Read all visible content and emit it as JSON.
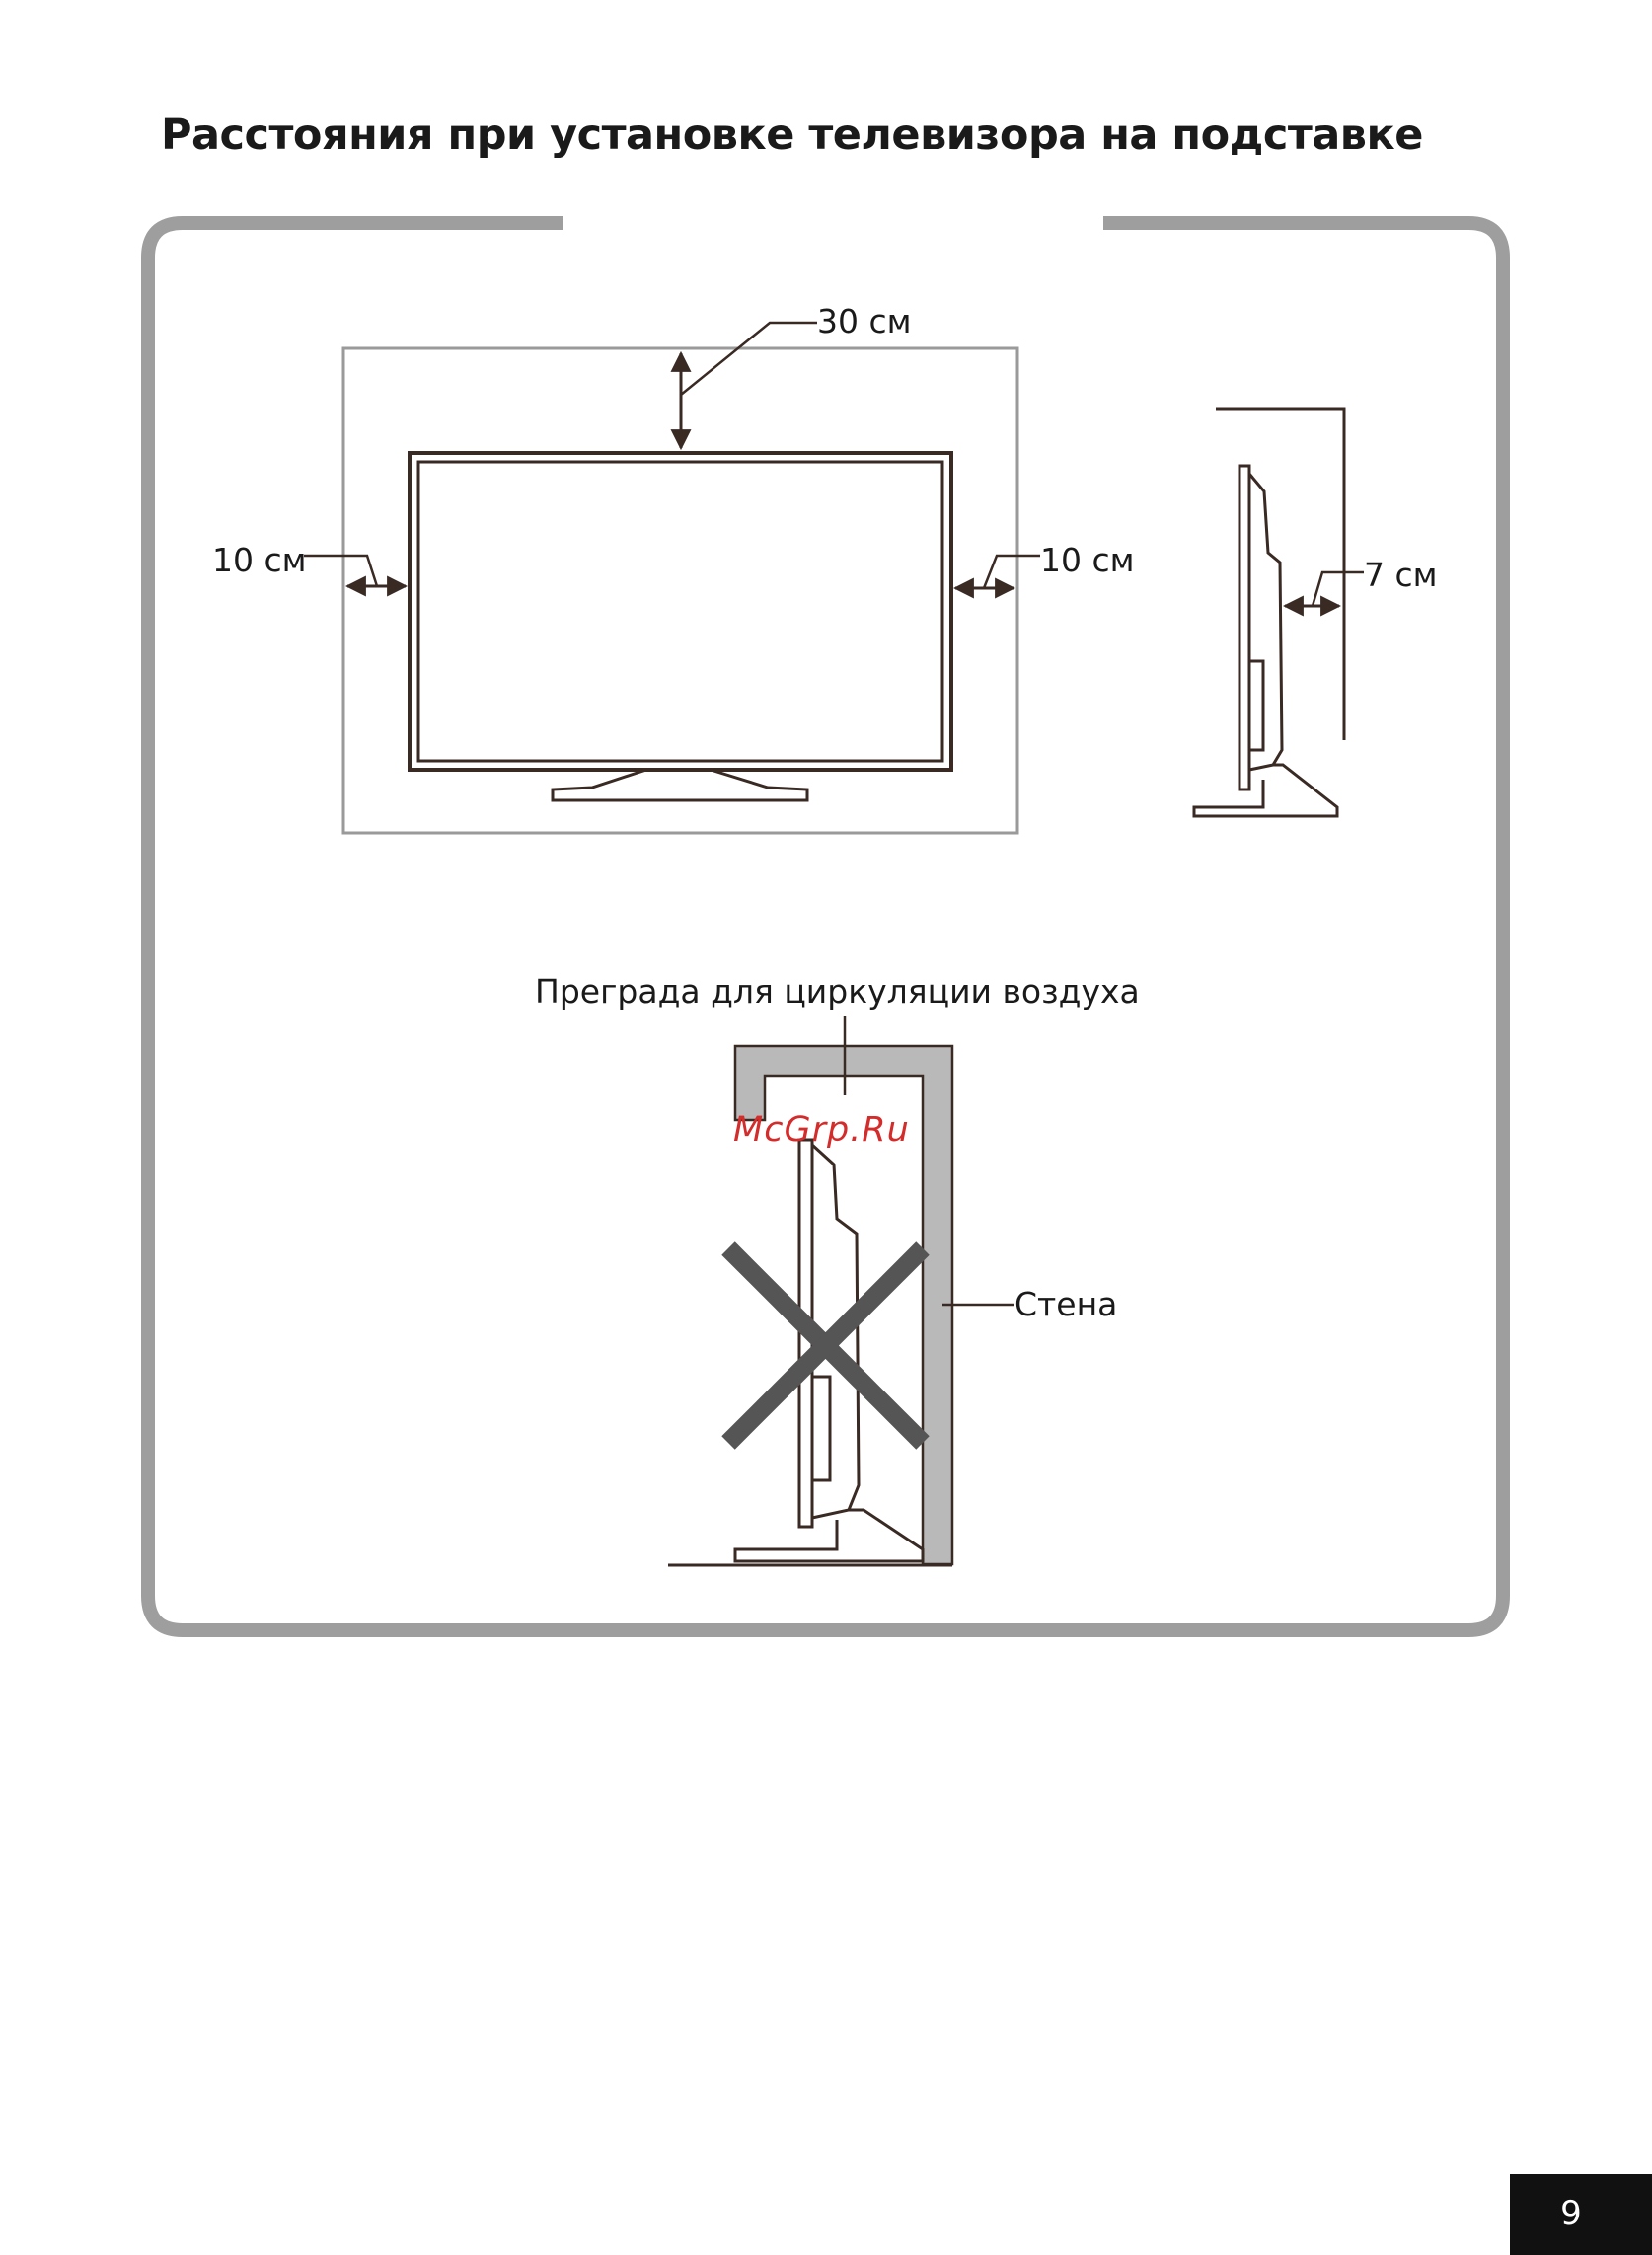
{
  "title": "Расстояния при установке телевизора на подставке",
  "diagram": {
    "front_view": {
      "top_clearance": "30 см",
      "left_clearance": "10 см",
      "right_clearance": "10 см"
    },
    "side_view": {
      "rear_clearance": "7 см"
    },
    "obstruction_view": {
      "barrier_label": "Преграда для циркуляции воздуха",
      "wall_label": "Стена"
    },
    "watermark": "McGrp.Ru"
  },
  "page_number": "9",
  "colors": {
    "frame": "#9e9e9e",
    "line": "#3a2a24",
    "wall_fill": "#b9b9b9",
    "cross": "#555555",
    "watermark": "#d42b2b",
    "page_box": "#111111"
  }
}
